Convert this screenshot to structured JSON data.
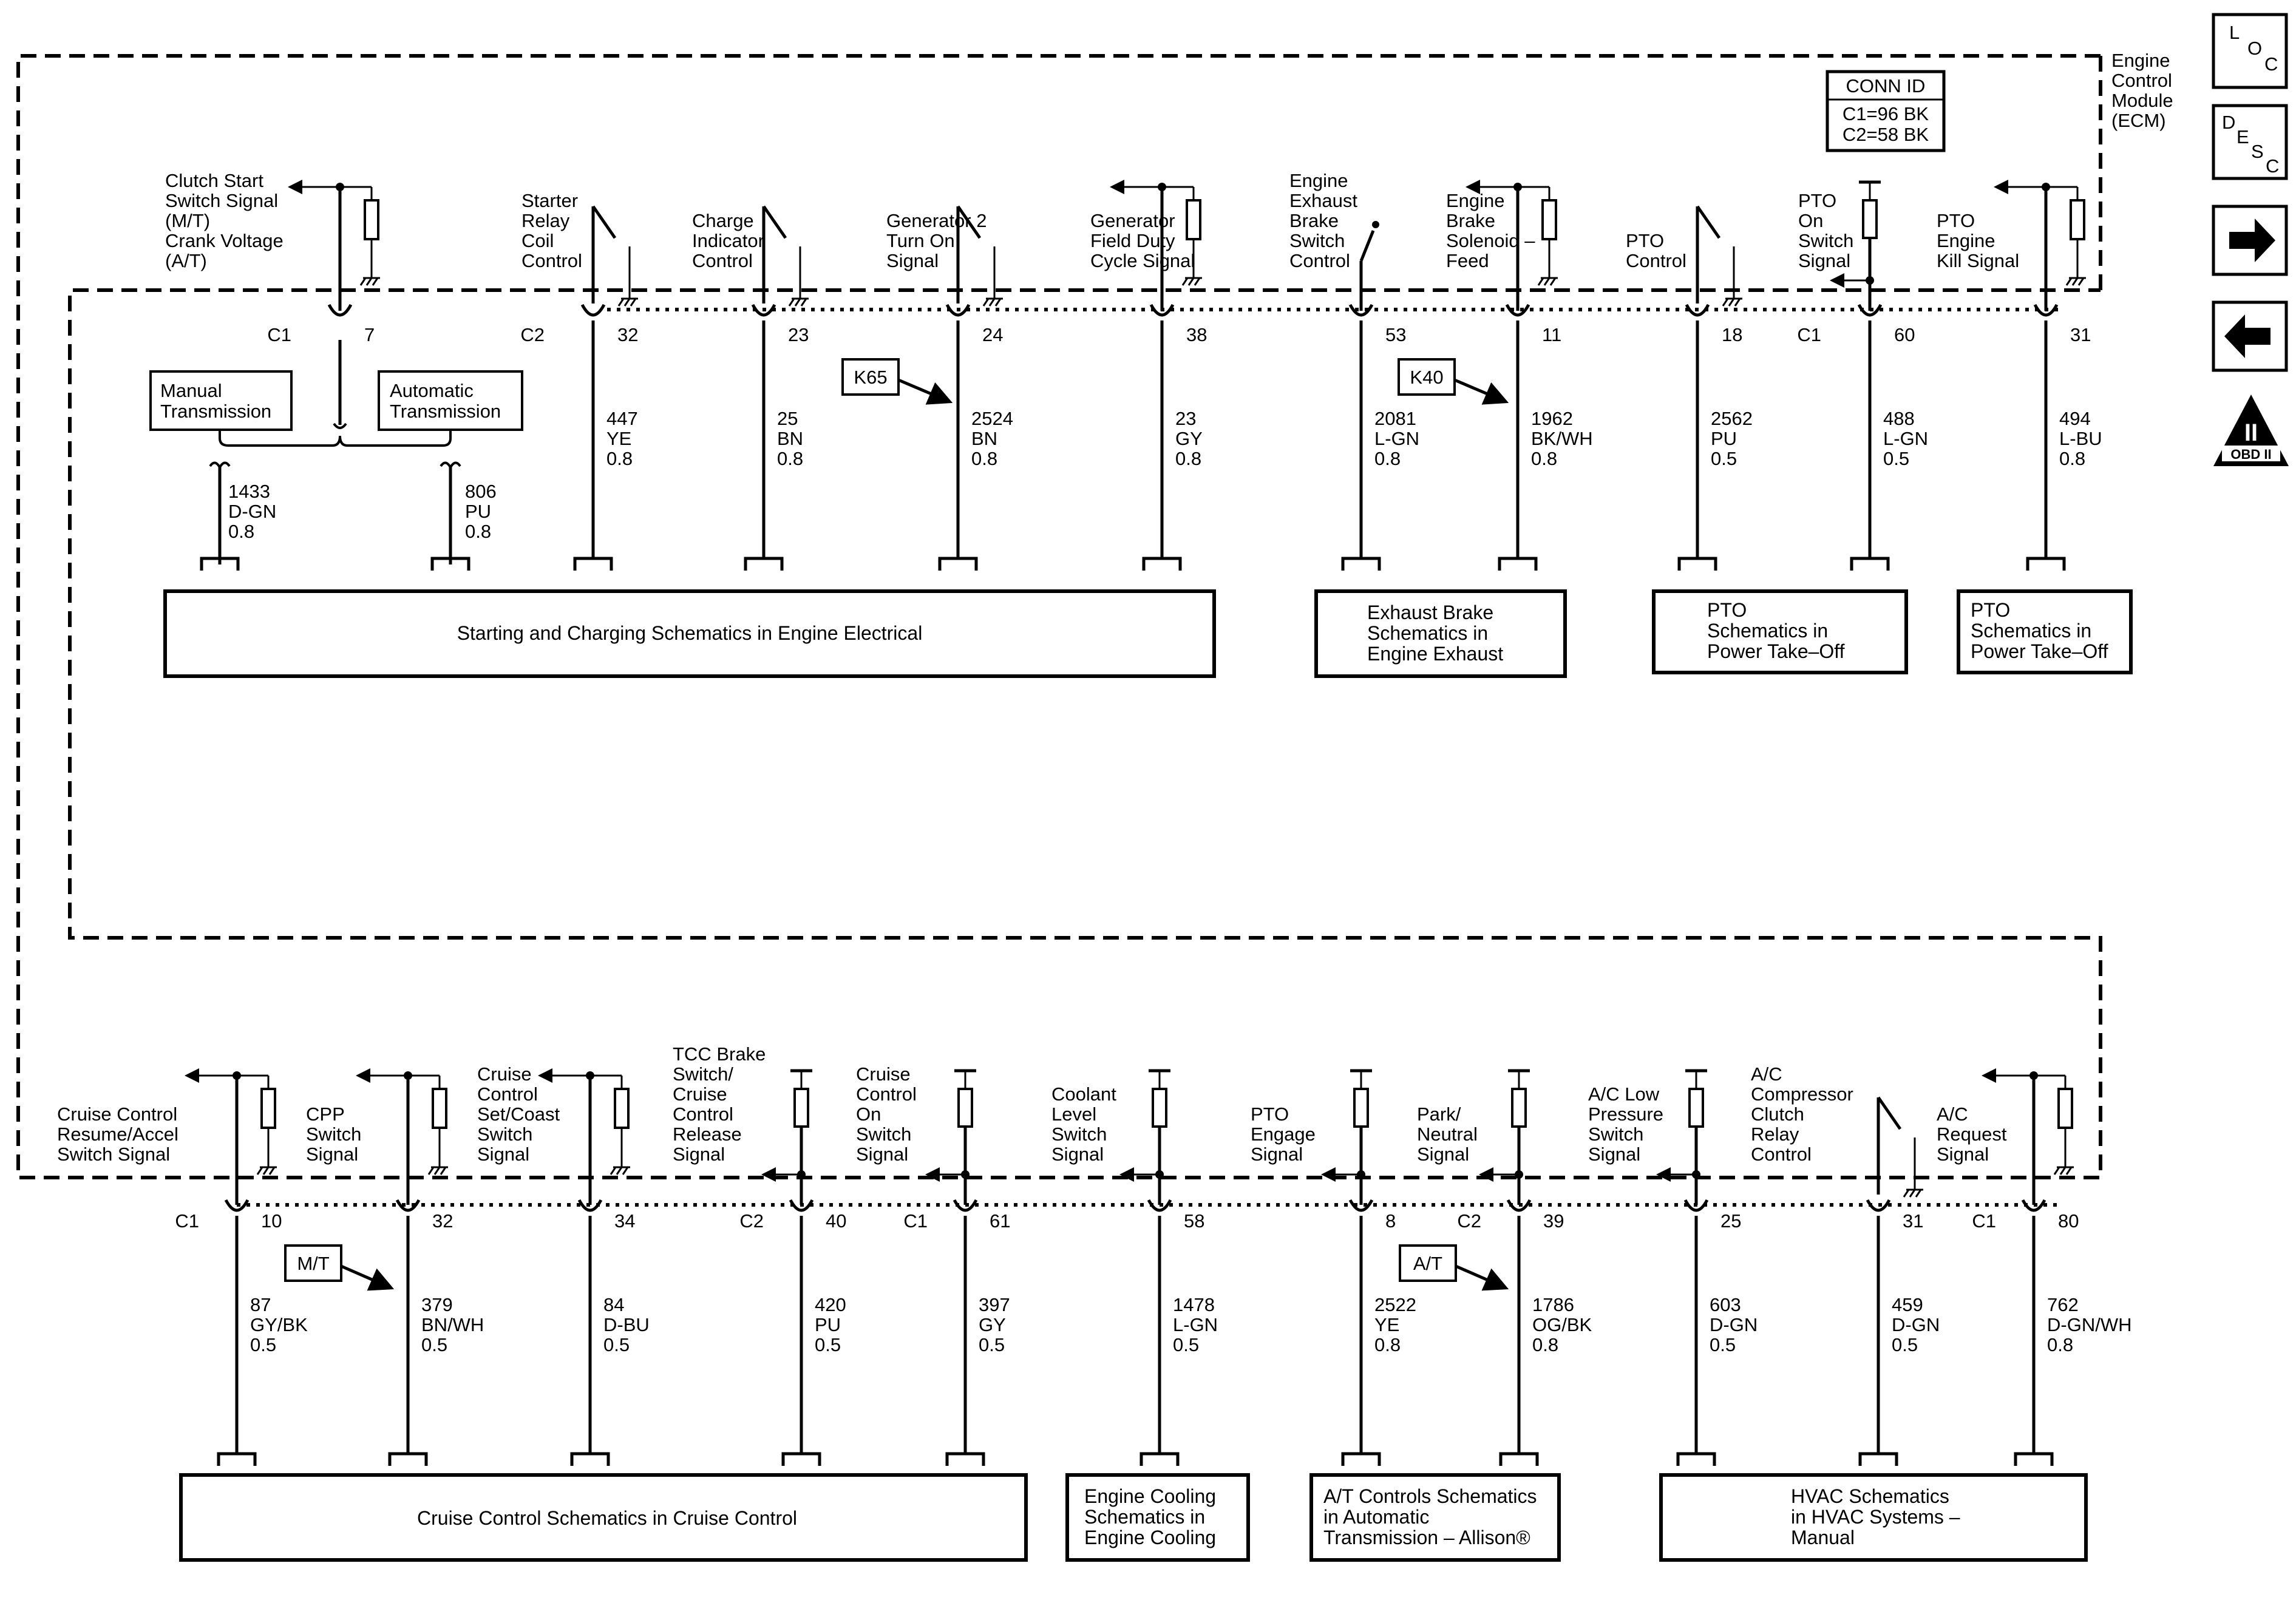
{
  "module": {
    "title": [
      "Engine",
      "Control",
      "Module",
      "(ECM)"
    ]
  },
  "conn_id": {
    "header": "CONN ID",
    "lines": [
      "C1=96 BK",
      "C2=58 BK"
    ]
  },
  "nav": {
    "loc": [
      "L",
      "O",
      "C"
    ],
    "desc": [
      "D",
      "E",
      "S",
      "C"
    ],
    "obd": {
      "roman": "II",
      "label": "OBD II"
    }
  },
  "options": {
    "k65": "K65",
    "k40": "K40",
    "mt": "M/T",
    "at": "A/T"
  },
  "top_circuits": [
    {
      "label": [
        "Clutch Start",
        "Switch Signal",
        "(M/T)",
        "Crank Voltage",
        "(A/T)"
      ],
      "conn": "C1",
      "pin": "7"
    },
    {
      "label": [
        "Starter",
        "Relay",
        "Coil",
        "Control"
      ],
      "conn": "C2",
      "pin": "32",
      "wire": [
        "447",
        "YE",
        "0.8"
      ]
    },
    {
      "label": [
        "Charge",
        "Indicator",
        "Control"
      ],
      "pin": "23",
      "wire": [
        "25",
        "BN",
        "0.8"
      ]
    },
    {
      "label": [
        "Generator 2",
        "Turn On",
        "Signal"
      ],
      "pin": "24",
      "wire": [
        "2524",
        "BN",
        "0.8"
      ]
    },
    {
      "label": [
        "Generator",
        "Field Duty",
        "Cycle Signal"
      ],
      "pin": "38",
      "wire": [
        "23",
        "GY",
        "0.8"
      ]
    },
    {
      "label": [
        "Engine",
        "Exhaust",
        "Brake",
        "Switch",
        "Control"
      ],
      "pin": "53",
      "wire": [
        "2081",
        "L-GN",
        "0.8"
      ]
    },
    {
      "label": [
        "Engine",
        "Brake",
        "Solenoid –",
        "Feed"
      ],
      "pin": "11",
      "wire": [
        "1962",
        "BK/WH",
        "0.8"
      ]
    },
    {
      "label": [
        "PTO",
        "Control"
      ],
      "pin": "18",
      "wire": [
        "2562",
        "PU",
        "0.5"
      ]
    },
    {
      "label": [
        "PTO",
        "On",
        "Switch",
        "Signal"
      ],
      "conn": "C1",
      "pin": "60",
      "wire": [
        "488",
        "L-GN",
        "0.5"
      ]
    },
    {
      "label": [
        "PTO",
        "Engine",
        "Kill Signal"
      ],
      "pin": "31",
      "wire": [
        "494",
        "L-BU",
        "0.8"
      ]
    }
  ],
  "transmission": {
    "manual": [
      "Manual",
      "Transmission"
    ],
    "automatic": [
      "Automatic",
      "Transmission"
    ],
    "manual_wire": [
      "1433",
      "D-GN",
      "0.8"
    ],
    "auto_wire": [
      "806",
      "PU",
      "0.8"
    ]
  },
  "top_boxes": [
    [
      "Starting and Charging Schematics in Engine Electrical"
    ],
    [
      "Exhaust Brake",
      "Schematics in",
      "Engine Exhaust"
    ],
    [
      "PTO",
      "Schematics in",
      "Power Take–Off"
    ],
    [
      "PTO",
      "Schematics in",
      "Power Take–Off"
    ]
  ],
  "bottom_circuits": [
    {
      "label": [
        "Cruise Control",
        "Resume/Accel",
        "Switch Signal"
      ],
      "conn": "C1",
      "pin": "10",
      "wire": [
        "87",
        "GY/BK",
        "0.5"
      ]
    },
    {
      "label": [
        "CPP",
        "Switch",
        "Signal"
      ],
      "pin": "32",
      "wire": [
        "379",
        "BN/WH",
        "0.5"
      ]
    },
    {
      "label": [
        "Cruise",
        "Control",
        "Set/Coast",
        "Switch",
        "Signal"
      ],
      "pin": "34",
      "wire": [
        "84",
        "D-BU",
        "0.5"
      ]
    },
    {
      "label": [
        "TCC Brake",
        "Switch/",
        "Cruise",
        "Control",
        "Release",
        "Signal"
      ],
      "conn": "C2",
      "pin": "40",
      "wire": [
        "420",
        "PU",
        "0.5"
      ]
    },
    {
      "label": [
        "Cruise",
        "Control",
        "On",
        "Switch",
        "Signal"
      ],
      "conn": "C1",
      "pin": "61",
      "wire": [
        "397",
        "GY",
        "0.5"
      ]
    },
    {
      "label": [
        "Coolant",
        "Level",
        "Switch",
        "Signal"
      ],
      "pin": "58",
      "wire": [
        "1478",
        "L-GN",
        "0.5"
      ]
    },
    {
      "label": [
        "PTO",
        "Engage",
        "Signal"
      ],
      "pin": "8",
      "wire": [
        "2522",
        "YE",
        "0.8"
      ]
    },
    {
      "label": [
        "Park/",
        "Neutral",
        "Signal"
      ],
      "conn": "C2",
      "pin": "39",
      "wire": [
        "1786",
        "OG/BK",
        "0.8"
      ]
    },
    {
      "label": [
        "A/C Low",
        "Pressure",
        "Switch",
        "Signal"
      ],
      "pin": "25",
      "wire": [
        "603",
        "D-GN",
        "0.5"
      ]
    },
    {
      "label": [
        "A/C",
        "Compressor",
        "Clutch",
        "Relay",
        "Control"
      ],
      "pin": "31",
      "wire": [
        "459",
        "D-GN",
        "0.5"
      ]
    },
    {
      "label": [
        "A/C",
        "Request",
        "Signal"
      ],
      "conn": "C1",
      "pin": "80",
      "wire": [
        "762",
        "D-GN/WH",
        "0.8"
      ]
    }
  ],
  "bottom_boxes": [
    [
      "Cruise Control Schematics  in Cruise Control"
    ],
    [
      "Engine Cooling",
      "Schematics in",
      "Engine Cooling"
    ],
    [
      "A/T Controls Schematics",
      "in Automatic",
      "Transmission – Allison®"
    ],
    [
      "HVAC Schematics",
      "in HVAC Systems –",
      "Manual"
    ]
  ]
}
